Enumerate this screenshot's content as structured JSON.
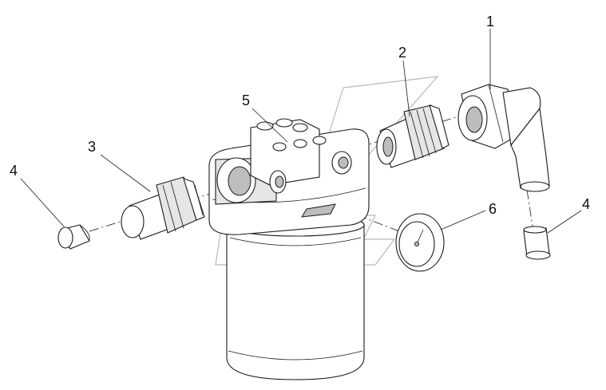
{
  "callouts": {
    "c1": "1",
    "c2": "2",
    "c3": "3",
    "c4_left": "4",
    "c4_right": "4",
    "c5": "5",
    "c6": "6"
  }
}
